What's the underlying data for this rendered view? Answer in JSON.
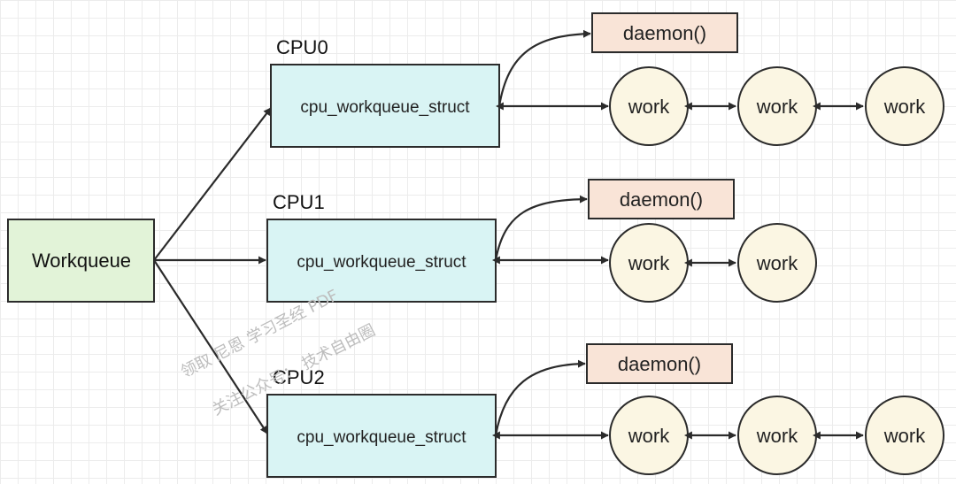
{
  "root": {
    "label": "Workqueue"
  },
  "cpus": [
    {
      "name": "CPU0",
      "struct_label": "cpu_workqueue_struct",
      "daemon_label": "daemon()",
      "works": [
        "work",
        "work",
        "work"
      ]
    },
    {
      "name": "CPU1",
      "struct_label": "cpu_workqueue_struct",
      "daemon_label": "daemon()",
      "works": [
        "work",
        "work"
      ]
    },
    {
      "name": "CPU2",
      "struct_label": "cpu_workqueue_struct",
      "daemon_label": "daemon()",
      "works": [
        "work",
        "work",
        "work"
      ]
    }
  ],
  "watermark": {
    "line1": "领取 尼恩 学习圣经 PDF",
    "line2": "关注公众号： 技术自由圈"
  },
  "colors": {
    "root_fill": "#e2f3d8",
    "struct_fill": "#d9f4f4",
    "daemon_fill": "#f9e4d7",
    "work_fill": "#fbf6e3",
    "stroke": "#2b2b2b"
  }
}
